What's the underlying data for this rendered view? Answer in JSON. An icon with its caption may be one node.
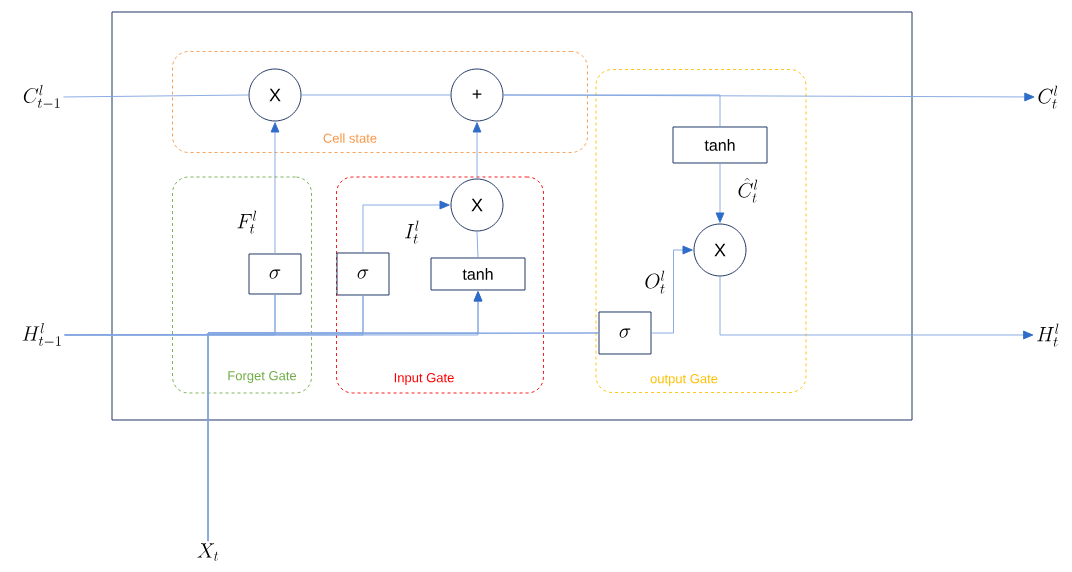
{
  "diagram": {
    "nodes": [
      {
        "text": [],
        "shape": "box"
      },
      {
        "text": [
          "Cell state"
        ],
        "in": 0
      },
      {
        "text": [
          "X"
        ],
        "in": 1
      },
      {
        "text": [
          "+"
        ],
        "in": 1
      },
      {
        "text": [
          "Forget Gate"
        ],
        "in": 0
      },
      {
        "text": [
          "\\sigma"
        ],
        "in": 4
      },
      {
        "text": [
          "Input Gate"
        ],
        "in": 0
      },
      {
        "text": [
          "X"
        ],
        "in": 6
      },
      {
        "text": [
          "\\sigma"
        ],
        "in": 6
      },
      {
        "text": [
          "tanh"
        ],
        "in": 6
      },
      {
        "text": [
          "output Gate"
        ],
        "in": 0
      },
      {
        "text": [
          "tanh"
        ],
        "in": 10
      },
      {
        "text": [
          "X"
        ],
        "in": 10
      },
      {
        "text": [
          "\\sigma"
        ],
        "in": 10
      },
      {
        "text": [
          "C_{t-1}^{l}"
        ]
      },
      {
        "text": [
          "C_{t}^{l}"
        ]
      },
      {
        "text": [
          "H_{t-1}^{l}"
        ]
      },
      {
        "text": [
          "H_{t}^{l}"
        ]
      },
      {
        "text": [
          "X_{t}"
        ]
      }
    ],
    "edges": [
      {
        "from": 14,
        "to": 2,
        "arrow": "none"
      },
      {
        "from": 2,
        "to": 3,
        "arrow": "none"
      },
      {
        "from": 3,
        "to": 15,
        "arrow": "to"
      },
      {
        "from": 3,
        "to": 11,
        "arrow": "none"
      },
      {
        "from": 16,
        "to": 5,
        "arrow": "none"
      },
      {
        "from": 16,
        "to": 8,
        "arrow": "none"
      },
      {
        "from": 16,
        "to": 9,
        "arrow": "to"
      },
      {
        "from": 16,
        "to": 13,
        "arrow": "none"
      },
      {
        "from": 18,
        "to": 5,
        "arrow": "none"
      },
      {
        "from": 18,
        "to": 8,
        "arrow": "none"
      },
      {
        "from": 18,
        "to": 9,
        "arrow": "to"
      },
      {
        "from": 18,
        "to": 13,
        "arrow": "none"
      },
      {
        "from": 5,
        "to": 2,
        "arrow": "to",
        "label": "F_{t}^{l}"
      },
      {
        "from": 8,
        "to": 7,
        "arrow": "to",
        "label": "I_{t}^{l}"
      },
      {
        "from": 9,
        "to": 7,
        "arrow": "none"
      },
      {
        "from": 7,
        "to": 3,
        "arrow": "to"
      },
      {
        "from": 13,
        "to": 12,
        "arrow": "to",
        "label": "O_{t}^{l}"
      },
      {
        "from": 11,
        "to": 12,
        "arrow": "to",
        "label": "\\hat{C}_{t}^{l}"
      },
      {
        "from": 12,
        "to": 17,
        "arrow": "to"
      }
    ]
  }
}
